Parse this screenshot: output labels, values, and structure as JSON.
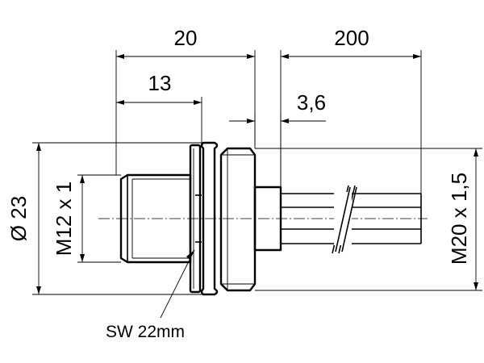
{
  "dimensions": {
    "overall_length": "20",
    "cable_length": "200",
    "connector_length": "13",
    "flange_offset": "3,6",
    "outer_diameter": "Ø 23",
    "connector_thread": "M12 x 1",
    "mount_thread": "M20 x 1,5"
  },
  "callouts": {
    "wrench_size": "SW 22mm"
  }
}
